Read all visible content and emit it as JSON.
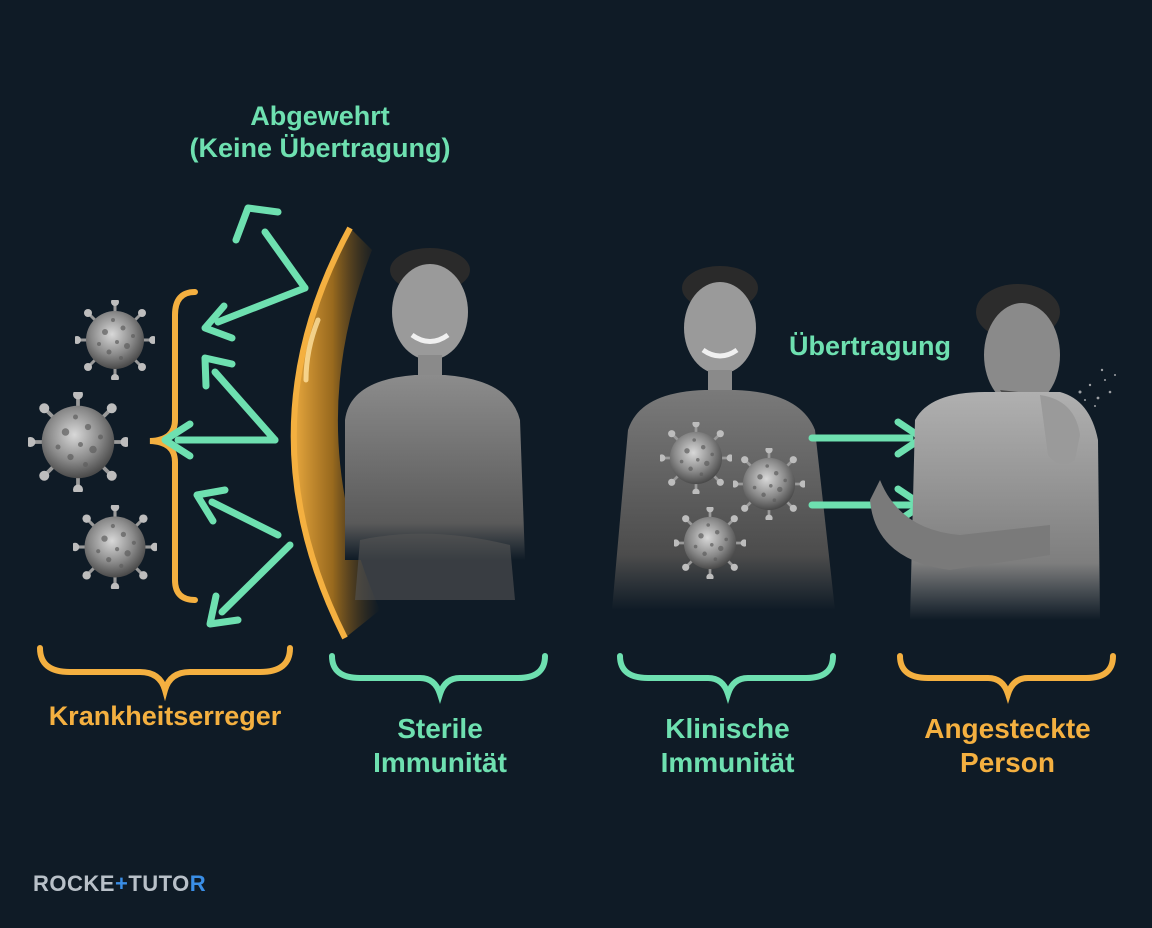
{
  "labels": {
    "repelled_line1": "Abgewehrt",
    "repelled_line2": "(Keine Übertragung)",
    "transmission": "Übertragung",
    "pathogens": "Krankheitserreger",
    "sterile_line1": "Sterile",
    "sterile_line2": "Immunität",
    "clinical_line1": "Klinische",
    "clinical_line2": "Immunität",
    "infected_line1": "Angesteckte",
    "infected_line2": "Person"
  },
  "logo": {
    "part1": "ROCKE",
    "plus": "+",
    "part2": "TUTO",
    "part3": "R"
  },
  "colors": {
    "background": "#0f1b26",
    "accent_green": "#6ee0b0",
    "accent_orange": "#f4b040",
    "logo_blue": "#3a8ee6"
  },
  "icons": [
    "virus-icon",
    "shield-icon",
    "person-icon",
    "coughing-person-icon",
    "arrow-icon",
    "brace-icon"
  ]
}
